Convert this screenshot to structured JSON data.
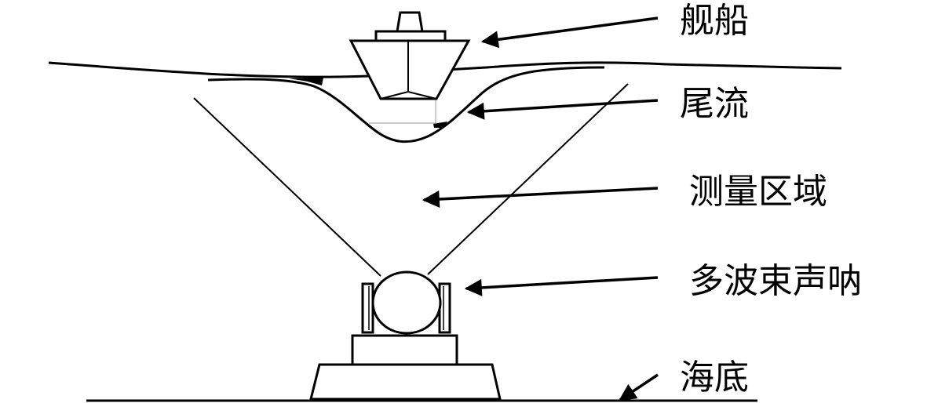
{
  "labels": {
    "ship": "舰船",
    "wake": "尾流",
    "survey_area": "测量区域",
    "multibeam_sonar": "多波束声呐",
    "seabed": "海底"
  },
  "colors": {
    "ink": "#000000",
    "background": "#ffffff",
    "faint": "#9a9a9a"
  }
}
